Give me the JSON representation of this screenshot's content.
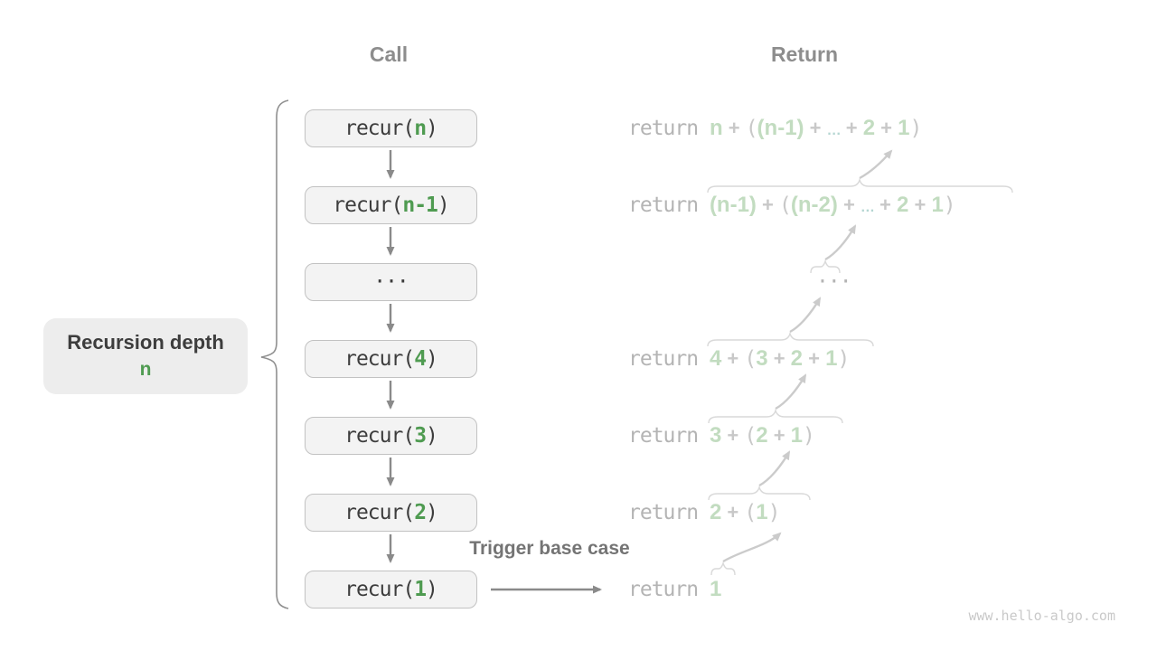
{
  "page": {
    "watermark": "www.hello-algo.com",
    "background": "#ffffff"
  },
  "colors": {
    "accent_green": "#4f9b51",
    "pale_green": "#c2dcc0",
    "pale_teal": "#b4d6d2",
    "dark_text": "#3d3d3d",
    "header_gray": "#8d8d8d",
    "light_gray_text": "#b4b4b4",
    "box_fill": "#f3f3f3",
    "box_border": "#c2c2c2",
    "arrow_dark": "#8a8a8a",
    "arrow_light": "#cbcbcb"
  },
  "headers": {
    "call": "Call",
    "return": "Return"
  },
  "depth_label": {
    "line1": "Recursion depth",
    "line2": "n"
  },
  "trigger_label": "Trigger base case",
  "call_boxes": [
    {
      "segments": [
        {
          "text": "recur(",
          "style": "dark"
        },
        {
          "text": "n",
          "style": "green"
        },
        {
          "text": ")",
          "style": "dark"
        }
      ]
    },
    {
      "segments": [
        {
          "text": "recur(",
          "style": "dark"
        },
        {
          "text": "n-1",
          "style": "green"
        },
        {
          "text": ")",
          "style": "dark"
        }
      ]
    },
    {
      "segments": [
        {
          "text": "···",
          "style": "dark"
        }
      ]
    },
    {
      "segments": [
        {
          "text": "recur(",
          "style": "dark"
        },
        {
          "text": "4",
          "style": "green"
        },
        {
          "text": ")",
          "style": "dark"
        }
      ]
    },
    {
      "segments": [
        {
          "text": "recur(",
          "style": "dark"
        },
        {
          "text": "3",
          "style": "green"
        },
        {
          "text": ")",
          "style": "dark"
        }
      ]
    },
    {
      "segments": [
        {
          "text": "recur(",
          "style": "dark"
        },
        {
          "text": "2",
          "style": "green"
        },
        {
          "text": ")",
          "style": "dark"
        }
      ]
    },
    {
      "segments": [
        {
          "text": "recur(",
          "style": "dark"
        },
        {
          "text": "1",
          "style": "green"
        },
        {
          "text": ")",
          "style": "dark"
        }
      ]
    }
  ],
  "return_rows": [
    {
      "segments": [
        {
          "text": "return ",
          "style": "kw"
        },
        {
          "text": "n",
          "style": "pg"
        },
        {
          "text": " + ",
          "style": "op"
        },
        {
          "text": "(",
          "style": "pr"
        },
        {
          "text": "(n-1)",
          "style": "pg"
        },
        {
          "text": " + ",
          "style": "op"
        },
        {
          "text": "…",
          "style": "dots"
        },
        {
          "text": " + ",
          "style": "op"
        },
        {
          "text": "2",
          "style": "pg"
        },
        {
          "text": " + ",
          "style": "op"
        },
        {
          "text": "1",
          "style": "pg"
        },
        {
          "text": ")",
          "style": "pr"
        }
      ]
    },
    {
      "segments": [
        {
          "text": "return ",
          "style": "kw"
        },
        {
          "text": "(n-1)",
          "style": "pg"
        },
        {
          "text": " + ",
          "style": "op"
        },
        {
          "text": "(",
          "style": "pr"
        },
        {
          "text": "(n-2)",
          "style": "pg"
        },
        {
          "text": " + ",
          "style": "op"
        },
        {
          "text": "…",
          "style": "dots"
        },
        {
          "text": " + ",
          "style": "op"
        },
        {
          "text": "2",
          "style": "pg"
        },
        {
          "text": " + ",
          "style": "op"
        },
        {
          "text": "1",
          "style": "pg"
        },
        {
          "text": ")",
          "style": "pr"
        }
      ]
    },
    {
      "segments": [
        {
          "text": "···",
          "style": "kw"
        }
      ]
    },
    {
      "segments": [
        {
          "text": "return ",
          "style": "kw"
        },
        {
          "text": "4",
          "style": "pg"
        },
        {
          "text": " + ",
          "style": "op"
        },
        {
          "text": "(",
          "style": "pr"
        },
        {
          "text": "3",
          "style": "pg"
        },
        {
          "text": " + ",
          "style": "op"
        },
        {
          "text": "2",
          "style": "pg"
        },
        {
          "text": " + ",
          "style": "op"
        },
        {
          "text": "1",
          "style": "pg"
        },
        {
          "text": ")",
          "style": "pr"
        }
      ]
    },
    {
      "segments": [
        {
          "text": "return ",
          "style": "kw"
        },
        {
          "text": "3",
          "style": "pg"
        },
        {
          "text": " + ",
          "style": "op"
        },
        {
          "text": "(",
          "style": "pr"
        },
        {
          "text": "2",
          "style": "pg"
        },
        {
          "text": " + ",
          "style": "op"
        },
        {
          "text": "1",
          "style": "pg"
        },
        {
          "text": ")",
          "style": "pr"
        }
      ]
    },
    {
      "segments": [
        {
          "text": "return ",
          "style": "kw"
        },
        {
          "text": "2",
          "style": "pg"
        },
        {
          "text": " + ",
          "style": "op"
        },
        {
          "text": "(",
          "style": "pr"
        },
        {
          "text": "1",
          "style": "pg"
        },
        {
          "text": ")",
          "style": "pr"
        }
      ]
    },
    {
      "segments": [
        {
          "text": "return ",
          "style": "kw"
        },
        {
          "text": "1",
          "style": "pg"
        }
      ]
    }
  ]
}
